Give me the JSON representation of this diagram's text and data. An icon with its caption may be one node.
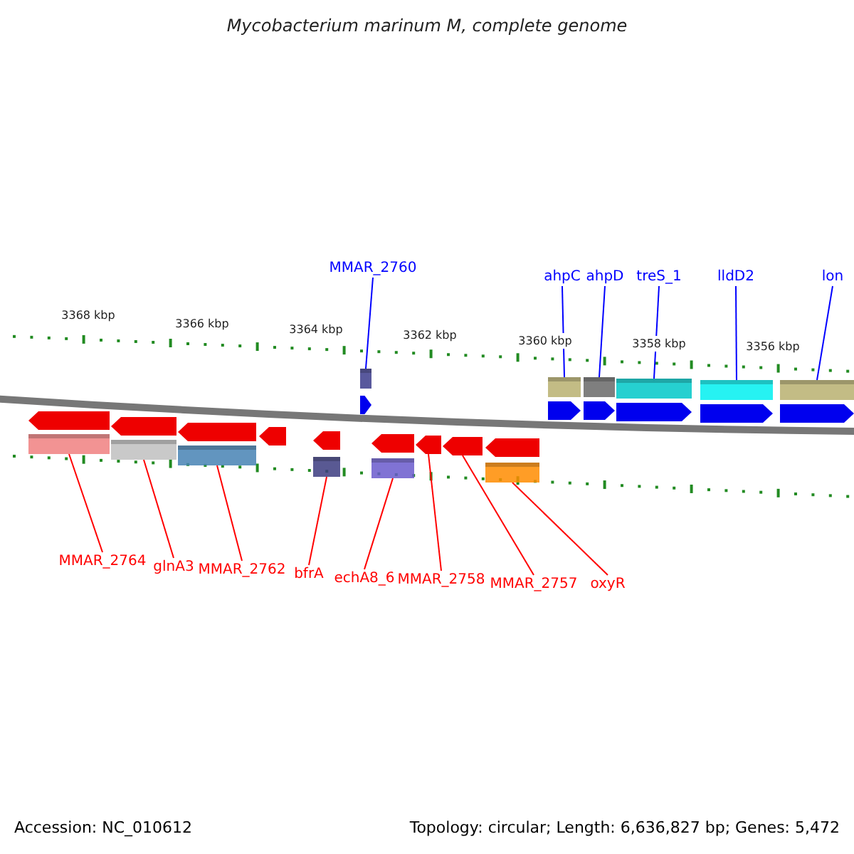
{
  "diagram": {
    "title": "Mycobacterium marinum M, complete genome",
    "nodes": [
      {
        "text": [
          "MMAR_2760"
        ]
      },
      {
        "text": [
          "ahpC"
        ]
      },
      {
        "text": [
          "ahpD"
        ]
      },
      {
        "text": [
          "treS_1"
        ]
      },
      {
        "text": [
          "lldD2"
        ]
      },
      {
        "text": [
          "lon"
        ]
      },
      {
        "text": [],
        "shape": "arrow"
      },
      {
        "text": [],
        "shape": "arrow"
      },
      {
        "text": [],
        "shape": "arrow"
      },
      {
        "text": [],
        "shape": "arrow"
      },
      {
        "text": [],
        "shape": "arrow"
      },
      {
        "text": [],
        "shape": "arrow"
      },
      {
        "text": [],
        "shape": "arrow"
      },
      {
        "text": [],
        "shape": "arrow"
      },
      {
        "text": [],
        "shape": "arrow"
      },
      {
        "text": [],
        "shape": "arrow"
      },
      {
        "text": [],
        "shape": "arrow"
      },
      {
        "text": [],
        "shape": "arrow"
      },
      {
        "text": [],
        "shape": "arrow"
      },
      {
        "text": [],
        "shape": "arrow"
      },
      {
        "text": [],
        "shape": "arrow"
      },
      {
        "text": [
          "MMAR_2764"
        ]
      },
      {
        "text": [
          "glnA3"
        ]
      },
      {
        "text": [
          "MMAR_2762"
        ]
      },
      {
        "text": [
          "bfrA"
        ]
      },
      {
        "text": [
          "echA8_6"
        ]
      },
      {
        "text": [
          "MMAR_2758"
        ]
      },
      {
        "text": [
          "MMAR_2757"
        ]
      },
      {
        "text": [
          "oxyR"
        ]
      }
    ],
    "edges": [
      {
        "from": 0,
        "to": 6,
        "arrow": "none",
        "color": "#0000ff"
      },
      {
        "from": 1,
        "to": 7,
        "arrow": "none",
        "color": "#0000ff"
      },
      {
        "from": 2,
        "to": 8,
        "arrow": "none",
        "color": "#0000ff"
      },
      {
        "from": 3,
        "to": 9,
        "arrow": "none",
        "color": "#0000ff"
      },
      {
        "from": 4,
        "to": 10,
        "arrow": "none",
        "color": "#0000ff"
      },
      {
        "from": 5,
        "to": 11,
        "arrow": "none",
        "color": "#0000ff"
      },
      {
        "from": 21,
        "to": 12,
        "arrow": "none"
      },
      {
        "from": 22,
        "to": 13,
        "arrow": "none"
      },
      {
        "from": 23,
        "to": 14,
        "arrow": "none"
      },
      {
        "from": 24,
        "to": 16,
        "arrow": "none"
      },
      {
        "from": 25,
        "to": 17,
        "arrow": "none"
      },
      {
        "from": 26,
        "to": 18,
        "arrow": "none"
      },
      {
        "from": 27,
        "to": 19,
        "arrow": "none"
      },
      {
        "from": 28,
        "to": 20,
        "arrow": "none"
      }
    ],
    "labels": [
      "3368 kbp",
      "3366 kbp",
      "3364 kbp",
      "3362 kbp",
      "3360 kbp",
      "3358 kbp",
      "3356 kbp",
      "Accession: NC_010612",
      "Topology: circular; Length: 6,636,827 bp; Genes: 5,472"
    ]
  }
}
